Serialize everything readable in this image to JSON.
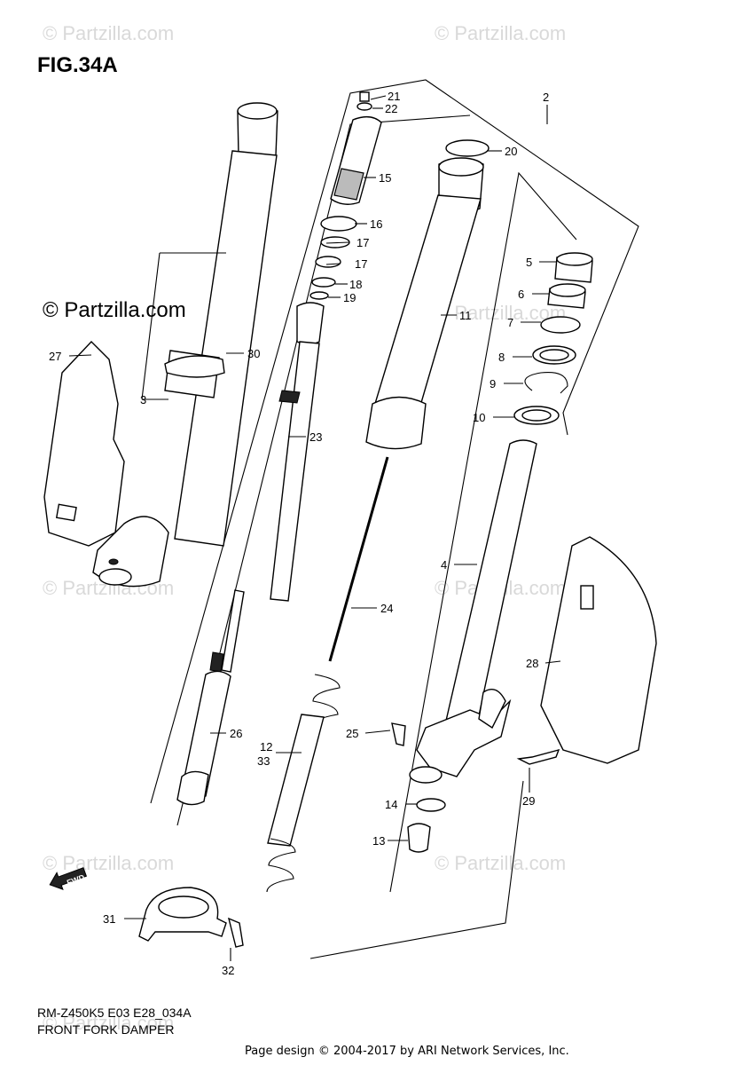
{
  "figure": {
    "title": "FIG.34A"
  },
  "watermarks": [
    "© Partzilla.com",
    "© Partzilla.com",
    "© Partzilla.com",
    "© Partzilla.com",
    "© Partzilla.com",
    "© Partzilla.com",
    "© Partzilla.com",
    "© Partzilla.com"
  ],
  "brand": "© Partzilla.com",
  "parts": {
    "p21": "21",
    "p22": "22",
    "p20": "20",
    "p2": "2",
    "p15": "15",
    "p16": "16",
    "p17a": "17",
    "p17b": "17",
    "p18": "18",
    "p19": "19",
    "p5": "5",
    "p6": "6",
    "p7": "7",
    "p8": "8",
    "p9": "9",
    "p10": "10",
    "p11": "11",
    "p27": "27",
    "p30": "30",
    "p3": "3",
    "p23": "23",
    "p4": "4",
    "p24": "24",
    "p28": "28",
    "p26": "26",
    "p25": "25",
    "p12": "12",
    "p33": "33",
    "p14": "14",
    "p29": "29",
    "p13": "13",
    "p31": "31",
    "p32": "32"
  },
  "fwd": "FWD",
  "footer": {
    "model": "RM-Z450K5 E03 E28_034A",
    "name": "FRONT FORK DAMPER",
    "credit": "Page design © 2004-2017 by ARI Network Services, Inc."
  }
}
